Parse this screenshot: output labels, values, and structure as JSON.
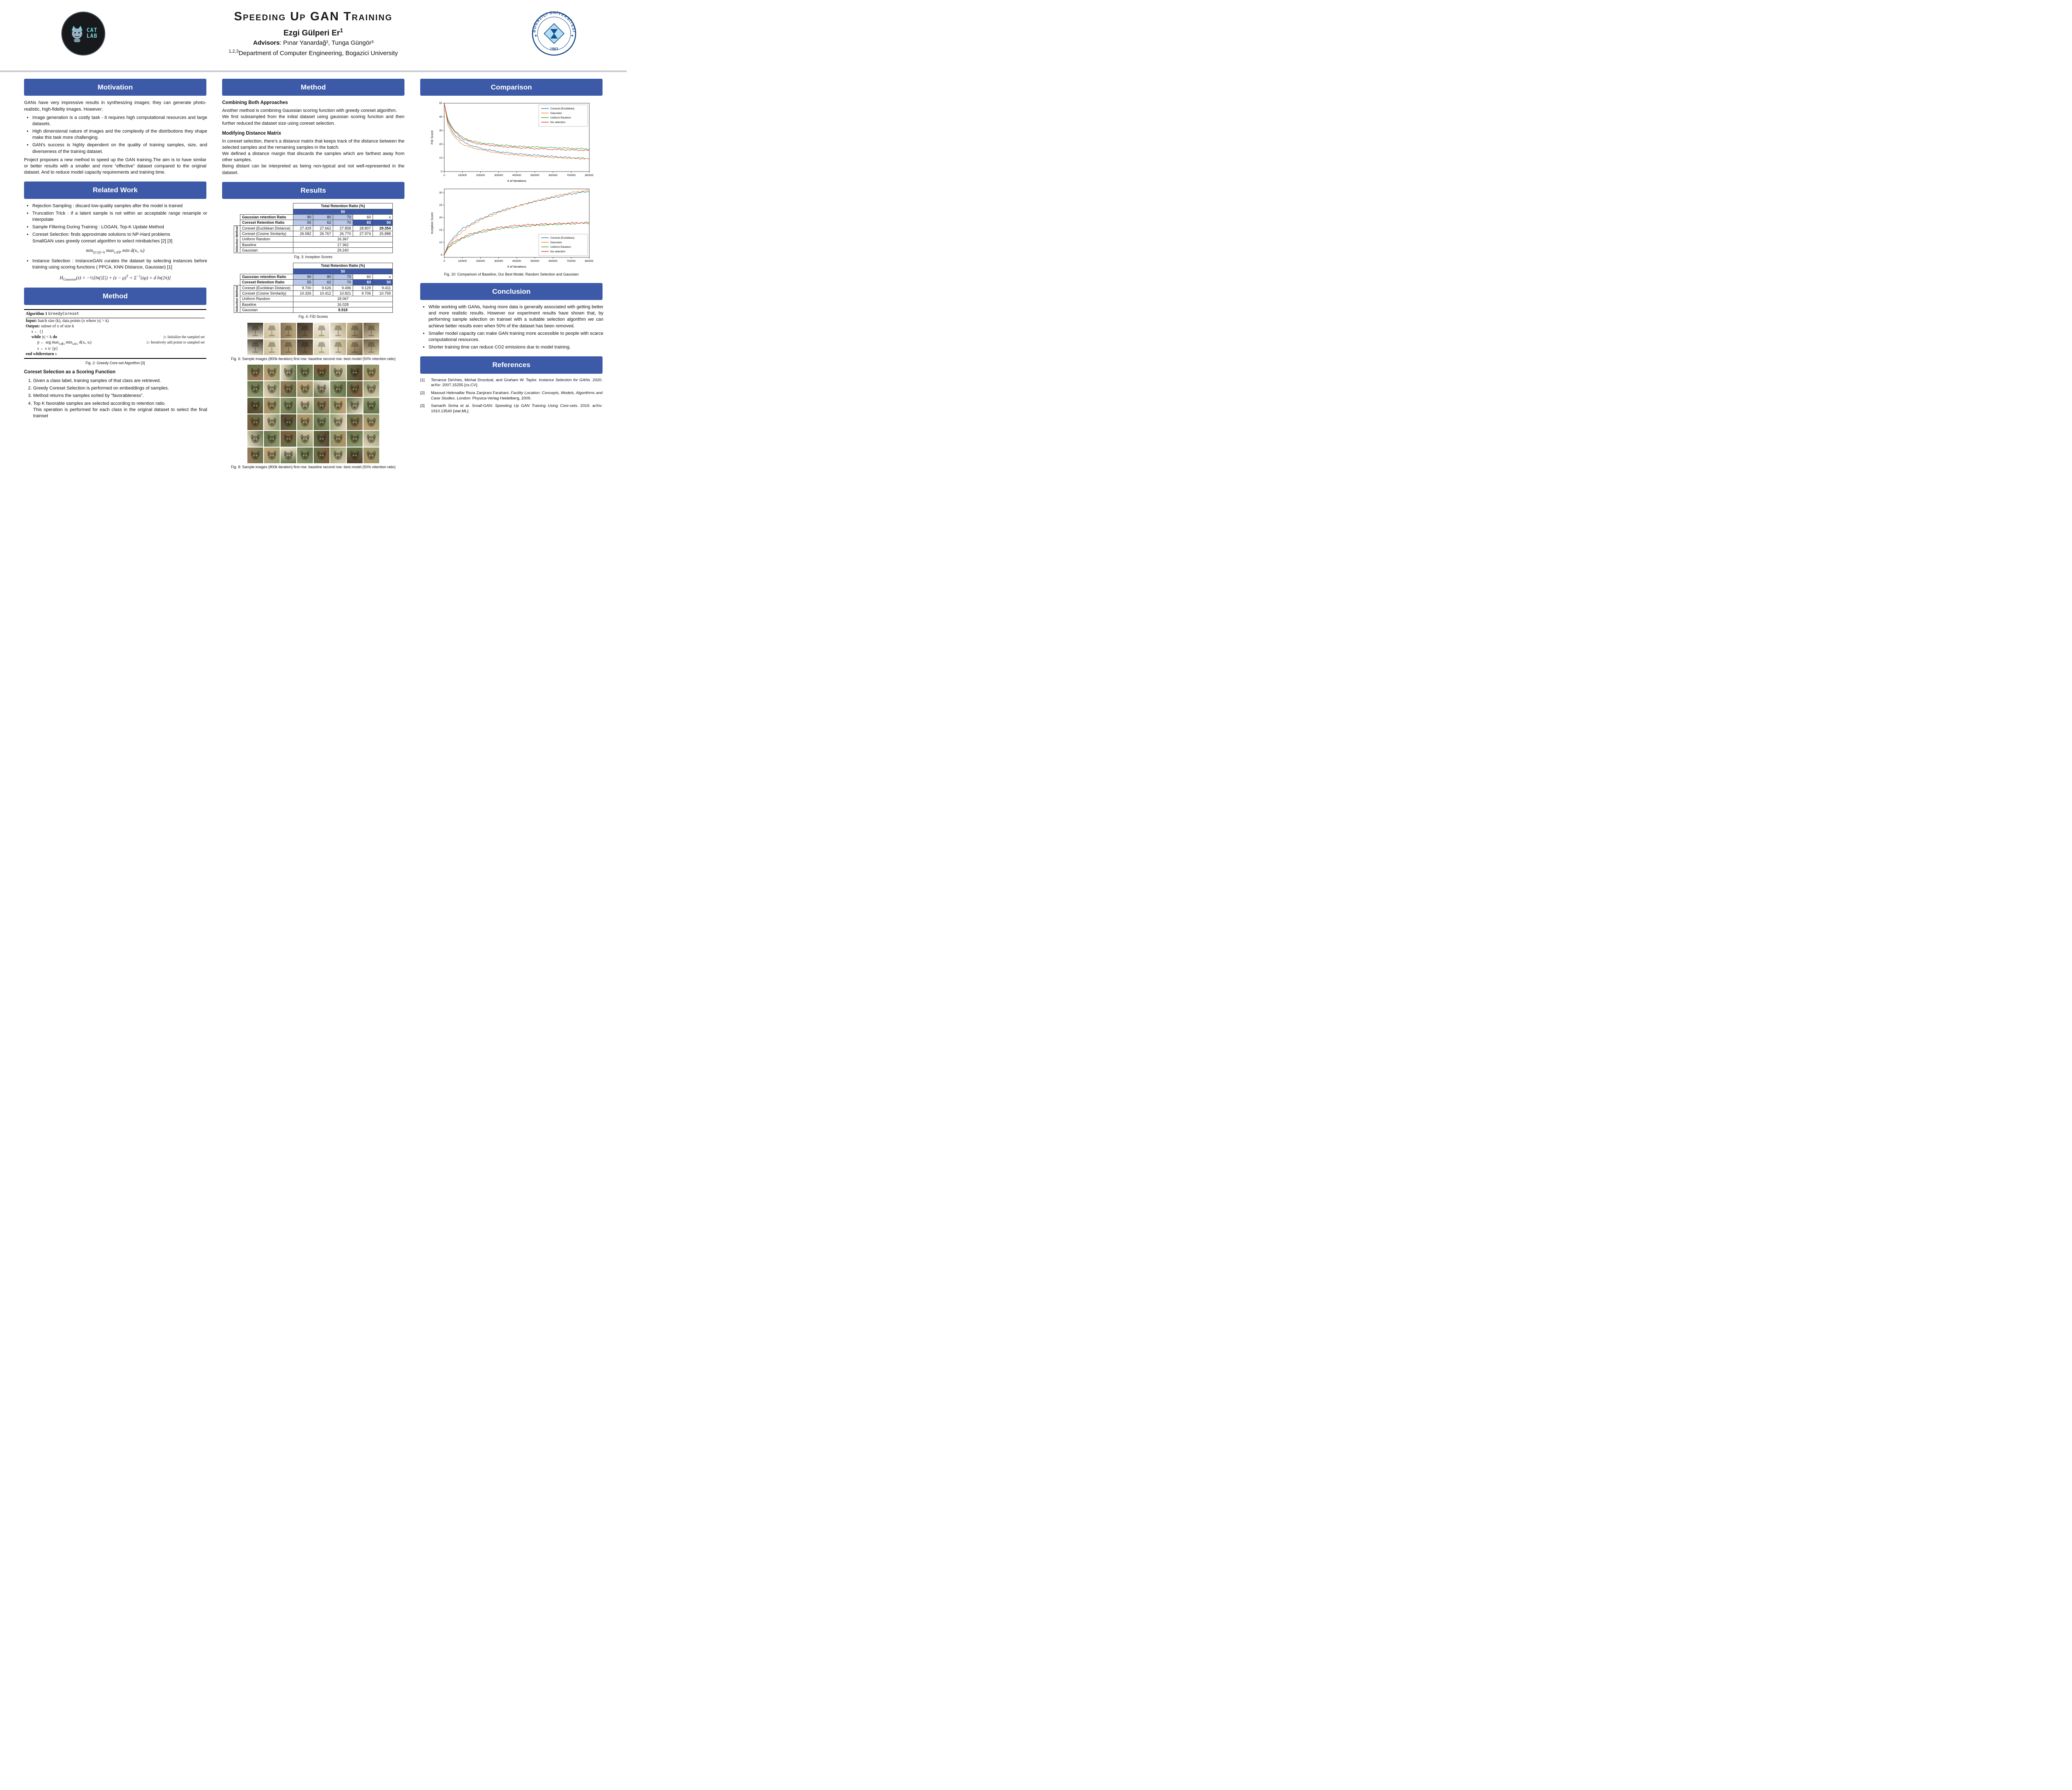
{
  "header": {
    "title": "Speeding Up GAN Training",
    "author": "Ezgi Gülperi Er",
    "author_sup": "1",
    "advisors_label": "Advisors",
    "advisors_rest": ": Pınar Yanardağ², Tunga Güngör³",
    "affiliation_sup": "1,2,3",
    "affiliation": "Department of Computer Engineering, Bogazici University",
    "left_logo": {
      "line1": "CAT",
      "line2": "LAB"
    },
    "right_logo": {
      "arc_text": "BOĞAZİÇİ ÜNİVERSİTESİ",
      "year": "1863"
    }
  },
  "colors": {
    "section_header_bg": "#3d5aa8",
    "table_highlight": "#b9c8e8",
    "series_blue": "#1f77b4",
    "series_orange": "#ff7f0e",
    "series_green": "#2ca02c",
    "series_red": "#d62728"
  },
  "motivation": {
    "title": "Motivation",
    "intro": "GANs have very impressive results in synthesizing images; they can generate photo-realistic, high-fidelity images. However;",
    "bullets": [
      "Image generation is a costly task - it requires high computational resources and large datasets.",
      "High dimensional nature of images and the complexity of the distributions they shape make this task more challenging.",
      "GAN's success is highly dependent on the quality of training samples, size, and diverseness of the training dataset."
    ],
    "outro": "Project proposes a new method to speed up the GAN training.The aim is to have similar or better results with a smaller and more “effective” dataset compared to the original dataset. And to reduce model capacity requirements and training time."
  },
  "related_work": {
    "title": "Related Work",
    "bullets": [
      "Rejection Sampling : discard low-quality samples after the model is trained",
      "Truncation Trick : if a latent sample is not within an acceptable range resample or interpolate",
      "Sample Filtering During Training : LOGAN, Top-K Update Method",
      "Coreset Selection: finds approximate solutions to NP-Hard problems\nSmallGAN uses greedy coreset algorithm to select minibatches [2] [3]"
    ],
    "formula1_parts": [
      {
        "t": "min",
        "i": 1
      },
      {
        "t": "Q:|Q|=k",
        "s": 1,
        "i": 1
      },
      {
        "t": " max",
        "i": 1
      },
      {
        "t": "xᵢ∈P",
        "s": 1,
        "i": 1
      },
      {
        "t": " min d(xᵢ, xⱼ)",
        "i": 1
      }
    ],
    "bullets2": [
      "Instance Selection : InstanceGAN curates the dataset by selecting instances before training using scoring functions ( PPCA, KNN Distance, Gaussian) [1]"
    ],
    "formula2_parts": [
      {
        "t": "H",
        "i": 1
      },
      {
        "t": "Gaussian",
        "s": 1,
        "i": 1
      },
      {
        "t": "(z) = −½[ln(|Σ|) + (z − μ)",
        "i": 1
      },
      {
        "t": "T",
        "p": 1,
        "i": 1
      },
      {
        "t": " + Σ",
        "i": 1
      },
      {
        "t": "−1",
        "p": 1,
        "i": 1
      },
      {
        "t": "(zμ) + d ln(2π)]",
        "i": 1
      }
    ]
  },
  "method_left": {
    "title": "Method",
    "algorithm": {
      "header": [
        {
          "t": "Algorithm 1 ",
          "b": 1
        },
        {
          "t": "GreedyCoreset",
          "m": 1
        }
      ],
      "lines": [
        {
          "parts": [
            {
              "t": "Input: ",
              "b": 1
            },
            {
              "t": "batch size (k), data points (x where |x| > k)"
            }
          ]
        },
        {
          "parts": [
            {
              "t": "Output: ",
              "b": 1
            },
            {
              "t": "subset of x of size k"
            }
          ]
        },
        {
          "ind": 1,
          "parts": [
            {
              "t": "s ← {}"
            }
          ]
        },
        {
          "ind": 1,
          "parts": [
            {
              "t": "while ",
              "b": 1
            },
            {
              "t": "|s| < k "
            },
            {
              "t": "do",
              "b": 1
            }
          ],
          "comment": "▷ Initialize the sampled set"
        },
        {
          "ind": 2,
          "parts": [
            {
              "t": "p ← arg max"
            },
            {
              "t": "xᵢ∉s",
              "s": 1
            },
            {
              "t": " min"
            },
            {
              "t": "xⱼ∈s",
              "s": 1
            },
            {
              "t": " d(xᵢ, xⱼ)"
            }
          ],
          "comment": "▷ Iteratively add points to sampled set"
        },
        {
          "ind": 2,
          "parts": [
            {
              "t": "s ← s ∪ {p}"
            }
          ]
        },
        {
          "parts": [
            {
              "t": "end while",
              "b": 1
            },
            {
              "t": "return",
              "b": 1
            },
            {
              "t": " s"
            }
          ]
        }
      ]
    },
    "fig_caption": "Fig. 2: Greedy Core-set Algorithm [3]",
    "subheading": "Coreset Selection as a Scoring Function",
    "steps": [
      "Given a class label, training samples of that class are retrieved.",
      "Greedy Coreset Selection is performed on embeddings of samples.",
      "Method returns the samples sorted by \"favorableness\".",
      "Top K favorable samples are selected according to retention ratio.\nThis operation is performed for each class in the original dataset to select the final trainset"
    ]
  },
  "method_mid": {
    "title": "Method",
    "sub1_title": "Combining Both Approaches",
    "sub1_text": "Another method is combining Gaussian scoring function with greedy coreset algorithm.\nWe first subsampled from the initial dataset using gaussian scoring function and then further reduced the dataset size using coreset selection.",
    "sub2_title": "Modifying Distance Matrix",
    "sub2_text": "In coreset selection, there's a distance matrix that keeps track of the distance between the selected samples and the remaining samples in the batch.\nWe defined a distance margin that discards the samples which are farthest away from other samples.\nBeing distant can be interpreted as being non-typical and not well-represented in the dataset."
  },
  "results": {
    "title": "Results",
    "table_inception": {
      "top_header": "Total Retention Ratio (%)",
      "sub_header": "50",
      "row1_label": "Gaussian retention Ratio",
      "row1_values": [
        "90",
        "80",
        "70",
        "60",
        "x"
      ],
      "row1_classes": [
        "hl",
        "hl",
        "hl",
        "",
        ""
      ],
      "row2_label": "Coreset Retention Ratio",
      "row2_values": [
        "55",
        "62",
        "70",
        "83",
        "50"
      ],
      "row2_classes": [
        "hl",
        "hl",
        "hl",
        "dark",
        "dark"
      ],
      "side_label": "Selection Method",
      "rows": [
        {
          "label": "Coreset (Euclidean Distance)",
          "values": [
            "27.429",
            "27.662",
            "27.858",
            "28.807",
            "29.354"
          ],
          "bold_cols": [
            4
          ]
        },
        {
          "label": "Coreset (Cosine Similarity)",
          "values": [
            "26.582",
            "26.767",
            "26.770",
            "27.974",
            "25.888"
          ]
        },
        {
          "label": "Uniform Random",
          "span_value": "16.367"
        },
        {
          "label": "Baseline",
          "span_value": "17.362"
        },
        {
          "label": "Gaussian",
          "span_value": "29.240"
        }
      ],
      "caption": "Fig. 3: Inception Scores"
    },
    "table_fid": {
      "top_header": "Total Retention Ratio (%)",
      "sub_header": "50",
      "row1_label": "Gaussian retention Ratio",
      "row1_values": [
        "90",
        "80",
        "70",
        "60",
        "x"
      ],
      "row1_classes": [
        "hl",
        "hl",
        "hl",
        "",
        ""
      ],
      "row2_label": "Coreset Retention Ratio",
      "row2_values": [
        "55",
        "62",
        "70",
        "83",
        "50"
      ],
      "row2_classes": [
        "hl",
        "hl",
        "hl",
        "dark",
        "dark"
      ],
      "side_label": "Selection Method",
      "rows": [
        {
          "label": "Coreset (Euclidean Distance)",
          "values": [
            "9.700",
            "9.626",
            "9.496",
            "9.129",
            "9.411"
          ]
        },
        {
          "label": "Coreset (Cosine Similarity)",
          "values": [
            "10.326",
            "10.412",
            "10.821",
            "9.706",
            "10.759"
          ]
        },
        {
          "label": "Uniform Random",
          "span_value": "18.067"
        },
        {
          "label": "Baseline",
          "span_value": "16.028"
        },
        {
          "label": "Gaussian",
          "span_value": "8.918",
          "bold": true
        }
      ],
      "caption": "Fig. 4: FID Scores"
    },
    "fig6_caption": "Fig. 6: Sample images (800k iteration) first row: baseline second row: best model (50% retention ratio)",
    "fig8_caption": "Fig. 8: Sample images (800k iteration) first row: baseline second row: best model (50% retention ratio)",
    "lamp_grid": {
      "kind": "lamp",
      "rows": 2,
      "cols": 8,
      "palette": [
        "#e8e0cc",
        "#cdbd97",
        "#8a7354",
        "#3c352b",
        "#f2eee2",
        "#b9a87e",
        "#6e5c40",
        "#d9cfae"
      ]
    },
    "dog_grid": {
      "kind": "dog",
      "rows": 6,
      "cols": 8,
      "palette": [
        "#9c7e5c",
        "#c4a478",
        "#e9dfc9",
        "#66724a",
        "#7c5c3c",
        "#d3c5a6",
        "#55422e",
        "#b09468",
        "#8e9a6e",
        "#e2d2b8"
      ]
    }
  },
  "comparison": {
    "title": "Comparison",
    "fig_caption": "Fig. 10: Comparison of Baseline, Our Best Model, Random Selection and Gaussian"
  },
  "chart_data": [
    {
      "type": "line",
      "title": "",
      "xlabel": "# of Iterations",
      "ylabel": "FID Score",
      "xlim": [
        0,
        800000
      ],
      "ylim": [
        0,
        50
      ],
      "xticks": [
        0,
        100000,
        200000,
        300000,
        400000,
        500000,
        600000,
        700000,
        800000
      ],
      "yticks": [
        0,
        10,
        20,
        30,
        40,
        50
      ],
      "legend_position": "upper right",
      "grid": false,
      "x": [
        0,
        20000,
        50000,
        100000,
        150000,
        200000,
        300000,
        400000,
        500000,
        600000,
        700000,
        800000
      ],
      "series": [
        {
          "name": "Coreset (Euclidean)",
          "color": "#1f77b4",
          "values": [
            50,
            36,
            28,
            22,
            19,
            17,
            14.5,
            13,
            12,
            11,
            10.2,
            9.5
          ]
        },
        {
          "name": "Gaussian",
          "color": "#ff7f0e",
          "values": [
            50,
            34,
            26,
            20,
            17.5,
            16,
            13.5,
            12,
            11,
            10.2,
            9.6,
            9.2
          ]
        },
        {
          "name": "Uniform Random",
          "color": "#2ca02c",
          "values": [
            50,
            38,
            31,
            25,
            22.5,
            21,
            19.5,
            18.5,
            18,
            17.5,
            17,
            16.5
          ]
        },
        {
          "name": "No selection",
          "color": "#d62728",
          "values": [
            50,
            37,
            30,
            24,
            21.5,
            20,
            18.5,
            17.5,
            16.8,
            16.2,
            15.8,
            15.5
          ]
        }
      ]
    },
    {
      "type": "line",
      "title": "",
      "xlabel": "# of Iterations",
      "ylabel": "Inception Score",
      "xlim": [
        0,
        800000
      ],
      "ylim": [
        4,
        31.5
      ],
      "xticks": [
        0,
        100000,
        200000,
        300000,
        400000,
        500000,
        600000,
        700000,
        800000
      ],
      "yticks": [
        5,
        10,
        15,
        20,
        25,
        30
      ],
      "legend_position": "lower right",
      "grid": false,
      "x": [
        0,
        20000,
        50000,
        100000,
        150000,
        200000,
        300000,
        400000,
        500000,
        600000,
        700000,
        800000
      ],
      "series": [
        {
          "name": "Coreset (Euclidean)",
          "color": "#1f77b4",
          "values": [
            5,
            9,
            12,
            15.5,
            17.5,
            19.5,
            22.5,
            24.5,
            26.5,
            28,
            29.5,
            30.5
          ]
        },
        {
          "name": "Gaussian",
          "color": "#ff7f0e",
          "values": [
            5,
            8.5,
            11,
            14.5,
            17,
            19,
            22,
            24.5,
            26.5,
            28.5,
            30,
            31
          ]
        },
        {
          "name": "Uniform Random",
          "color": "#2ca02c",
          "values": [
            5,
            7.5,
            9.5,
            11.5,
            13,
            14,
            15.5,
            16.2,
            16.8,
            17.2,
            17.5,
            17.8
          ]
        },
        {
          "name": "No selection",
          "color": "#d62728",
          "values": [
            5,
            8,
            10,
            12,
            13.5,
            14.5,
            16,
            16.8,
            17.2,
            17.5,
            17.8,
            18
          ]
        }
      ]
    }
  ],
  "conclusion": {
    "title": "Conclusion",
    "bullets": [
      "While working with GANs, having more data is generally associated with getting better and more realistic results.  However our experiment results have shown that, by performing sample selection on trainset with a suitable selection algorithm we can achieve better results even when 50% of the dataset has been removed.",
      "Smaller model capacity can make GAN training more accessible to people with scarce computational resources.",
      "Shorter training time can reduce CO2 emissions due to model training."
    ]
  },
  "references": {
    "title": "References",
    "items": [
      {
        "num": "[1]",
        "pre": "Terrance DeVries, Michal Drozdzal, and Graham W. Taylor. ",
        "italic": "Instance Selection for GANs",
        "post": ". 2020. arXiv: 2007.15255 [cs.CV]."
      },
      {
        "num": "[2]",
        "pre": "Masoud Hekmatfar Reza Zanjirani Farahani. ",
        "italic": "Facility Location: Concepts, Models, Algorithms and Case Studies",
        "post": ". London: Physica-Verlag Heidelberg, 2009."
      },
      {
        "num": "[3]",
        "pre": "Samarth Sinha et al. ",
        "italic": "Small-GAN: Speeding Up GAN Training Using Core-sets",
        "post": ". 2019. arXiv: 1910.13540 [stat.ML]."
      }
    ]
  }
}
